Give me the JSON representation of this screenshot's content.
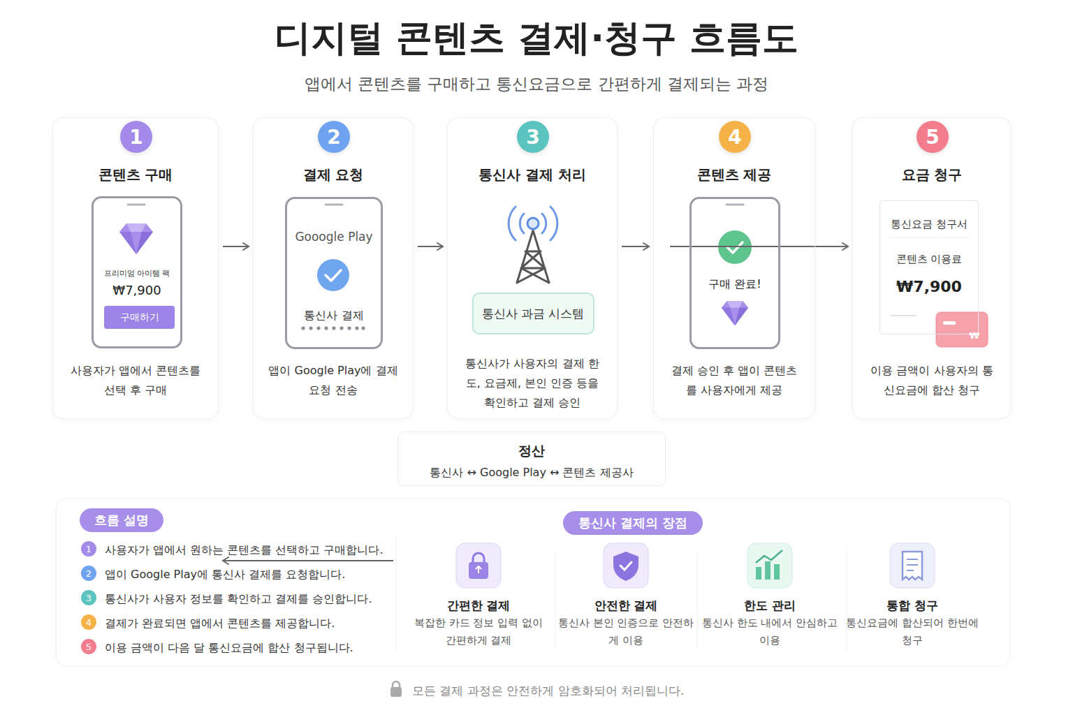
{
  "diagram": {
    "title": "디지털 콘텐츠 결제·청구 흐름도",
    "nodes": [
      {
        "text": [
          "콘텐츠 구매",
          "사용자가 앱에서 콘텐츠를 선택 후 구매"
        ]
      },
      {
        "text": [
          "1"
        ],
        "in": 0
      },
      {
        "text": [
          "프리미엄 아이템 팩",
          "₩7,900"
        ],
        "in": 0
      },
      {
        "text": [
          "구매하기"
        ],
        "in": 2
      },
      {
        "text": [
          "결제 요청",
          "앱이 Google Play에 결제 요청 전송"
        ]
      },
      {
        "text": [
          "2"
        ],
        "in": 4
      },
      {
        "text": [
          "Gooogle Play",
          "통신사 결제"
        ],
        "in": 4
      },
      {
        "text": [
          "통신사 결제 처리",
          "통신사가 사용자의 결제 한도, 요금제, 본인 인증 등을 확인하고 결제 승인"
        ]
      },
      {
        "text": [
          "3"
        ],
        "in": 7
      },
      {
        "text": [
          "통신사 과금 시스템"
        ],
        "in": 7
      },
      {
        "text": [
          "콘텐츠 제공",
          "결제 승인 후 앱이 콘텐츠를 사용자에게 제공"
        ]
      },
      {
        "text": [
          "4"
        ],
        "in": 10
      },
      {
        "text": [
          "구매 완료!"
        ],
        "in": 10
      },
      {
        "text": [
          "요금 청구",
          "이용 금액이 사용자의 통신요금에 합산 청구"
        ]
      },
      {
        "text": [
          "5"
        ],
        "in": 13
      },
      {
        "text": [
          "통신요금 청구서",
          "콘텐츠 이용료",
          "₩7,900"
        ],
        "in": 13
      },
      {
        "text": [
          "정산",
          "통신사 ↔ Google Play ↔ 콘텐츠 제공사"
        ]
      },
      {
        "text": [
          "흐름 설명"
        ]
      },
      {
        "text": [
          "1"
        ]
      },
      {
        "text": [
          "2"
        ]
      },
      {
        "text": [
          "3"
        ]
      },
      {
        "text": [
          "4"
        ]
      },
      {
        "text": [
          "5"
        ]
      },
      {
        "text": [
          "통신사 결제의 장점"
        ]
      }
    ],
    "edges": [
      {
        "from": 0,
        "to": 4,
        "arrow": "to"
      },
      {
        "from": 4,
        "to": 7,
        "arrow": "to"
      },
      {
        "from": 7,
        "to": 10,
        "arrow": "to"
      },
      {
        "from": 10,
        "to": 13,
        "arrow": "to"
      },
      {
        "from": 13,
        "to": 16,
        "arrow": "none"
      },
      {
        "from": 16,
        "to": 0,
        "arrow": "to"
      }
    ],
    "labels": [
      "앱에서 콘텐츠를 구매하고 통신요금으로 간편하게 결제되는 과정",
      "₩",
      "사용자가 앱에서 원하는 콘텐츠를 선택하고 구매합니다.",
      "앱이 Google Play에 통신사 결제를 요청합니다.",
      "통신사가 사용자 정보를 확인하고 결제를 승인합니다.",
      "결제가 완료되면 앱에서 콘텐츠를 제공합니다.",
      "이용 금액이 다음 달 통신요금에 합산 청구됩니다.",
      "간편한 결제",
      "복잡한 카드 정보 입력 없이 간편하게 결제",
      "안전한 결제",
      "통신사 본인 인증으로 안전하게 이용",
      "한도 관리",
      "통신사 한도 내에서 안심하고 이용",
      "통합 청구",
      "통신요금에 합산되어 한번에 청구",
      "모든 결제 과정은 안전하게 암호화되어 처리됩니다."
    ]
  }
}
